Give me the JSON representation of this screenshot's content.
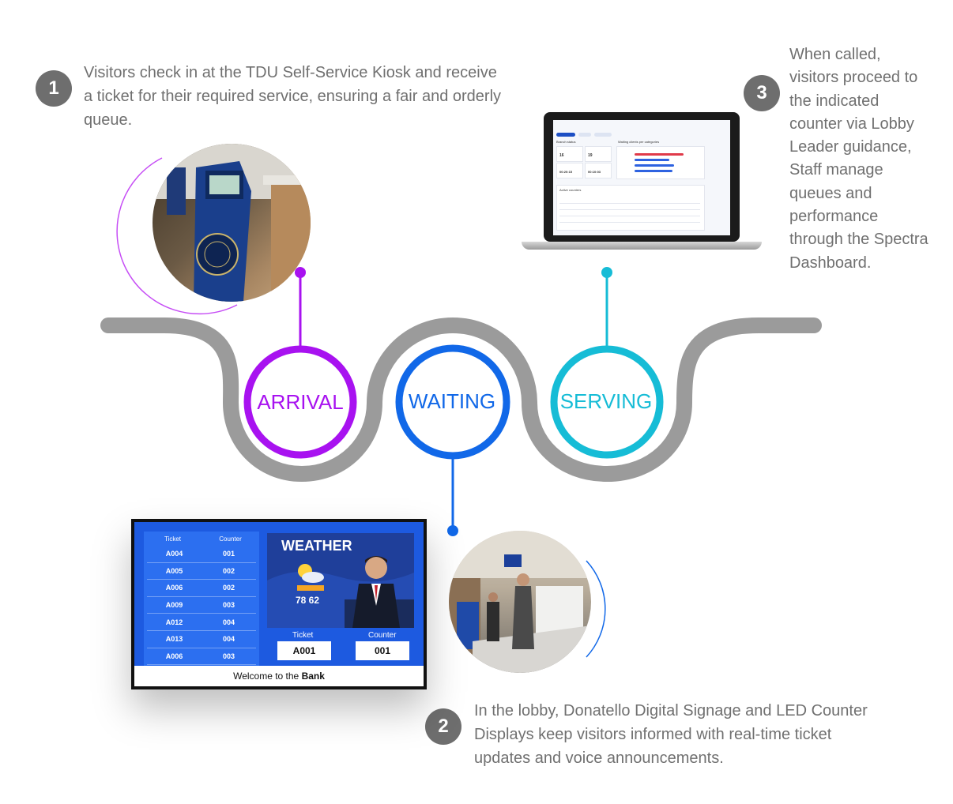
{
  "steps": [
    {
      "number": "1",
      "text": "Visitors check in at the TDU Self-Service Kiosk and receive a ticket for their required service, ensuring a fair and orderly queue."
    },
    {
      "number": "2",
      "text": "In the lobby, Donatello Digital Signage and LED Counter Displays keep visitors informed with real-time ticket updates and voice announcements."
    },
    {
      "number": "3",
      "text": "When called, visitors proceed to the indicated counter via Lobby Leader guidance, Staff manage queues and performance through the Spectra Dashboard."
    }
  ],
  "stages": [
    {
      "label": "ARRIVAL",
      "color": "#a812f0"
    },
    {
      "label": "WAITING",
      "color": "#1168e8"
    },
    {
      "label": "SERVING",
      "color": "#16bcd6"
    }
  ],
  "colors": {
    "track": "#9b9b9b",
    "badge": "#6e6e6e"
  },
  "signage": {
    "table_header": {
      "ticket": "Ticket",
      "counter": "Counter"
    },
    "rows": [
      {
        "ticket": "A004",
        "counter": "001"
      },
      {
        "ticket": "A005",
        "counter": "002"
      },
      {
        "ticket": "A006",
        "counter": "002"
      },
      {
        "ticket": "A009",
        "counter": "003"
      },
      {
        "ticket": "A012",
        "counter": "004"
      },
      {
        "ticket": "A013",
        "counter": "004"
      },
      {
        "ticket": "A006",
        "counter": "003"
      }
    ],
    "weather_title": "WEATHER",
    "weather_temps": "78 62",
    "current_ticket_label": "Ticket",
    "current_counter_label": "Counter",
    "current_ticket": "A001",
    "current_counter": "001",
    "footer_prefix": "Welcome to the ",
    "footer_bold": "Bank"
  },
  "dashboard": {
    "branch_status": "Branch status",
    "waiting_chart_title": "Waiting clients per categories",
    "active_counters": "Active counters",
    "stat_1": "16",
    "stat_2": "19",
    "stat_3": "00:20:15",
    "stat_4": "00:10:03"
  }
}
